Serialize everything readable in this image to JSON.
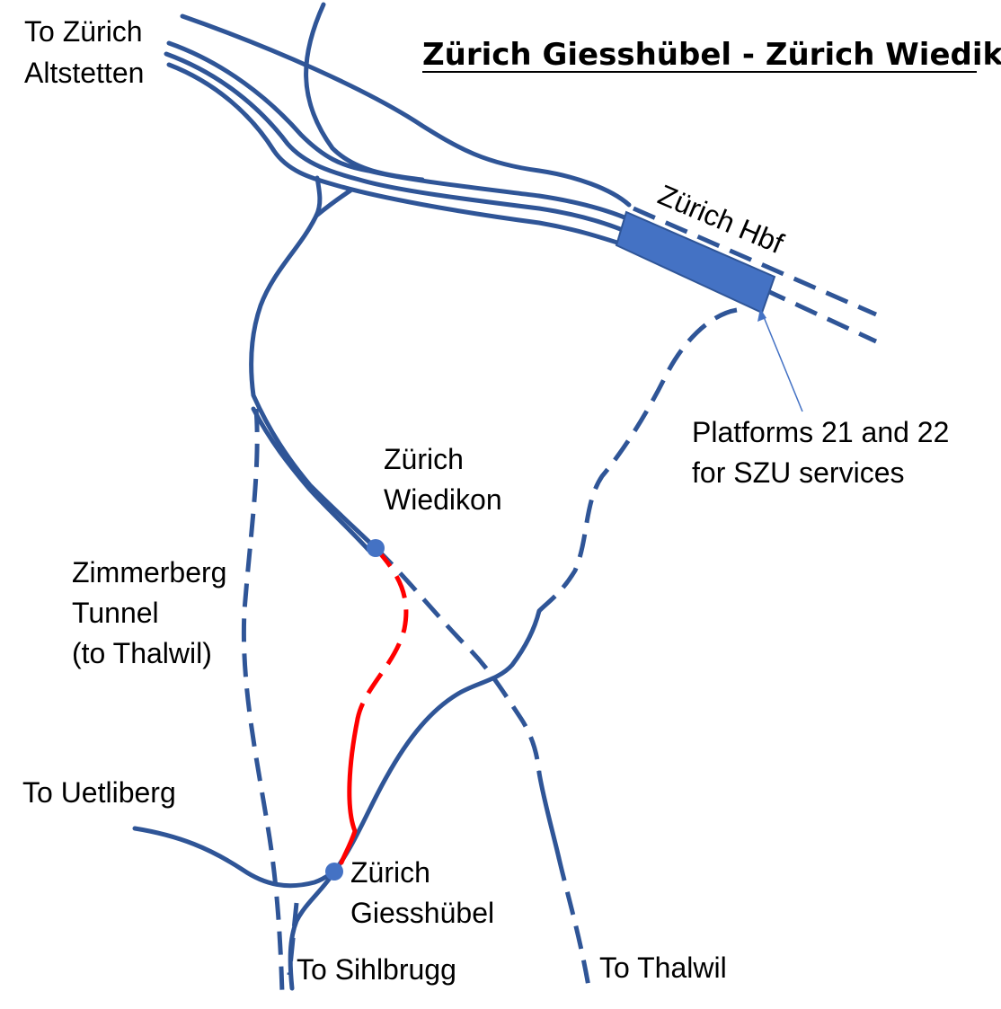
{
  "title": "Zürich Giesshübel - Zürich Wiedikon",
  "colors": {
    "track": "#2F5597",
    "new_link": "#FF0000",
    "station_dot": "#4472C4",
    "platform_block": "#4472C4",
    "pointer": "#4472C4"
  },
  "labels": {
    "to_zurich_altstetten_line1": "To Zürich",
    "to_zurich_altstetten_line2": "Altstetten",
    "zurich_hbf": "Zürich  Hbf",
    "platforms_line1": "Platforms 21 and 22",
    "platforms_line2": "for SZU services",
    "wiedikon_line1": "Zürich",
    "wiedikon_line2": "Wiedikon",
    "zimmerberg_line1": "Zimmerberg",
    "zimmerberg_line2": "Tunnel",
    "zimmerberg_line3": "(to Thalwil)",
    "to_uetliberg": "To Uetliberg",
    "giesshubel_line1": "Zürich",
    "giesshubel_line2": "Giesshübel",
    "to_sihlbrugg": "To Sihlbrugg",
    "to_thalwil": "To Thalwil"
  }
}
